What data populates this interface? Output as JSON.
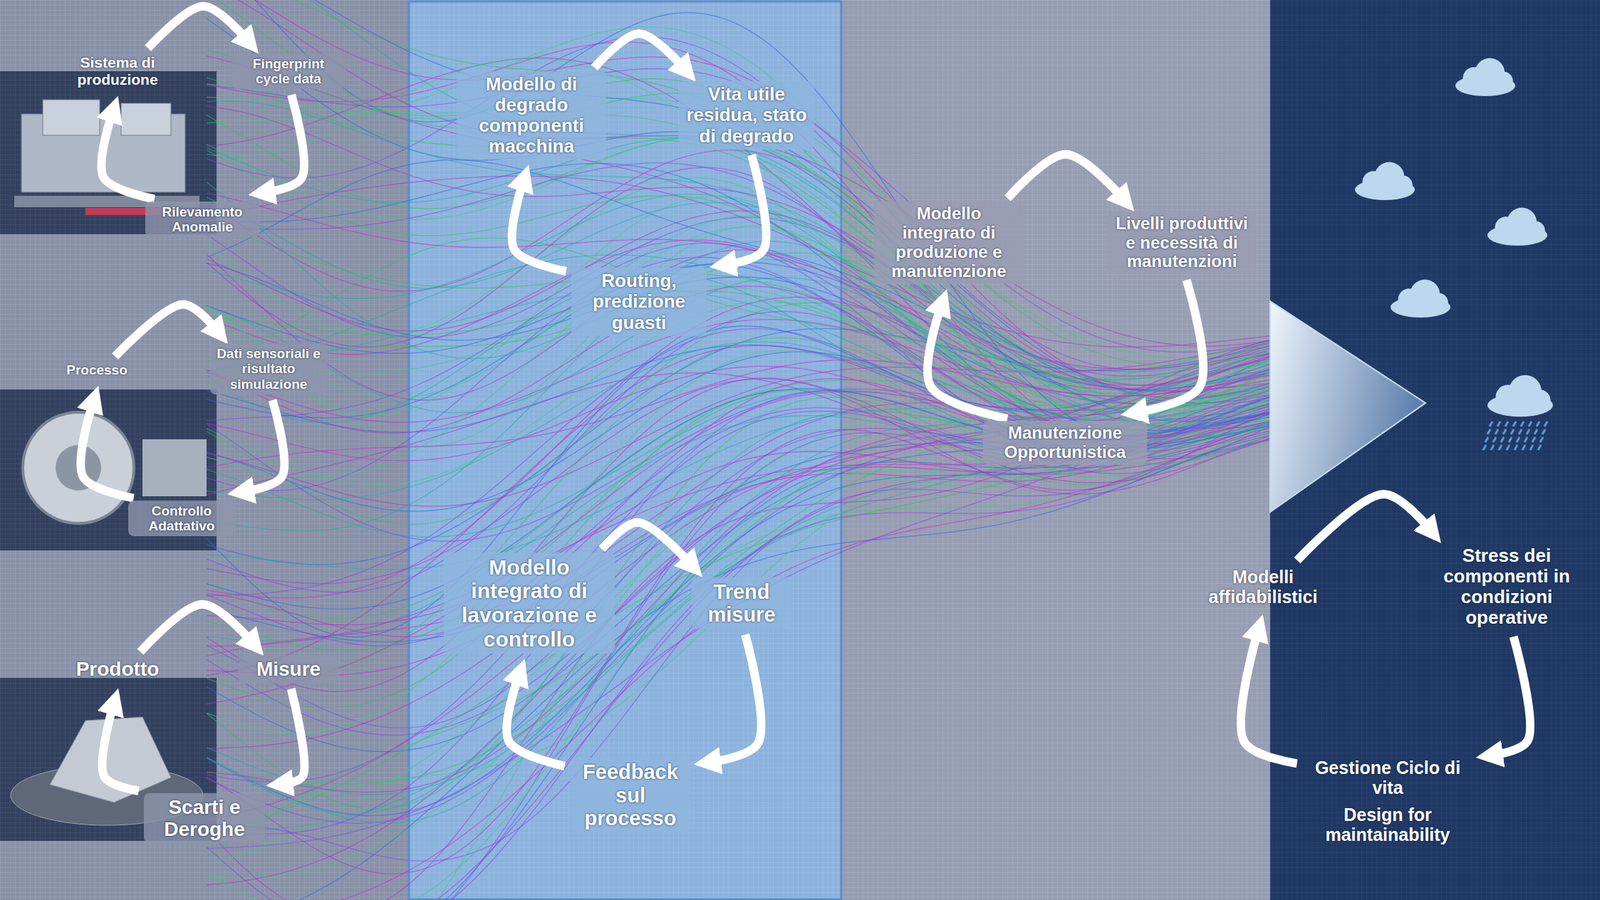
{
  "diagram": {
    "nodes": [
      {
        "text": [
          "Sistema di produzione"
        ]
      },
      {
        "text": [
          "Fingerprint cycle data"
        ]
      },
      {
        "text": [
          "Rilevamento Anomalie"
        ]
      },
      {
        "text": [
          "Processo"
        ]
      },
      {
        "text": [
          "Dati sensoriali e risultato simulazione"
        ]
      },
      {
        "text": [
          "Controllo Adattativo"
        ]
      },
      {
        "text": [
          "Prodotto"
        ]
      },
      {
        "text": [
          "Misure"
        ]
      },
      {
        "text": [
          "Scarti e Deroghe"
        ]
      },
      {
        "text": [
          "Modello di degrado componenti macchina"
        ]
      },
      {
        "text": [
          "Vita utile residua, stato di degrado"
        ]
      },
      {
        "text": [
          "Routing, predizione guasti"
        ]
      },
      {
        "text": [
          "Modello integrato di lavorazione e controllo"
        ]
      },
      {
        "text": [
          "Trend misure"
        ]
      },
      {
        "text": [
          "Feedback sul processo"
        ]
      },
      {
        "text": [
          "Modello integrato di produzione e manutenzione"
        ]
      },
      {
        "text": [
          "Livelli produttivi e necessità di manutenzioni"
        ]
      },
      {
        "text": [
          "Manutenzione Opportunistica"
        ]
      },
      {
        "text": [
          "Modelli affidabilistici"
        ]
      },
      {
        "text": [
          "Stress dei componenti in condizioni operative"
        ]
      },
      {
        "text": [
          "Gestione Ciclo di vita",
          "Design for maintainability"
        ]
      }
    ],
    "edges": [
      {
        "from": 0,
        "to": 1,
        "arrow": "to"
      },
      {
        "from": 1,
        "to": 2,
        "arrow": "to"
      },
      {
        "from": 2,
        "to": 0,
        "arrow": "to"
      },
      {
        "from": 3,
        "to": 4,
        "arrow": "to"
      },
      {
        "from": 4,
        "to": 5,
        "arrow": "to"
      },
      {
        "from": 5,
        "to": 3,
        "arrow": "to"
      },
      {
        "from": 6,
        "to": 7,
        "arrow": "to"
      },
      {
        "from": 7,
        "to": 8,
        "arrow": "to"
      },
      {
        "from": 8,
        "to": 6,
        "arrow": "to"
      },
      {
        "from": 9,
        "to": 10,
        "arrow": "to"
      },
      {
        "from": 10,
        "to": 11,
        "arrow": "to"
      },
      {
        "from": 11,
        "to": 9,
        "arrow": "to"
      },
      {
        "from": 12,
        "to": 13,
        "arrow": "to"
      },
      {
        "from": 13,
        "to": 14,
        "arrow": "to"
      },
      {
        "from": 14,
        "to": 12,
        "arrow": "to"
      },
      {
        "from": 15,
        "to": 16,
        "arrow": "to"
      },
      {
        "from": 16,
        "to": 17,
        "arrow": "to"
      },
      {
        "from": 17,
        "to": 15,
        "arrow": "to"
      },
      {
        "from": 18,
        "to": 19,
        "arrow": "to"
      },
      {
        "from": 19,
        "to": 20,
        "arrow": "to"
      },
      {
        "from": 20,
        "to": 18,
        "arrow": "to"
      }
    ]
  }
}
